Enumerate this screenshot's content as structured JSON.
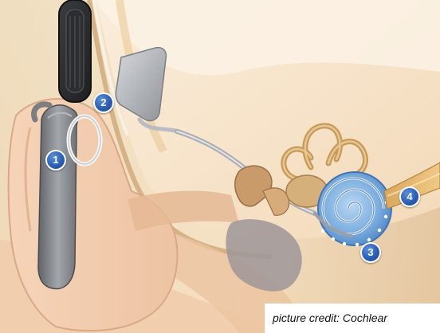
{
  "markers": [
    {
      "label": "1"
    },
    {
      "label": "2"
    },
    {
      "label": "3"
    },
    {
      "label": "4"
    }
  ],
  "credit": "picture credit: Cochlear",
  "colors": {
    "marker_fill": "#2a5fb8",
    "cochlea": "#6fa6dc",
    "skin": "#f3d9b8",
    "processor": "#8a8d91"
  }
}
